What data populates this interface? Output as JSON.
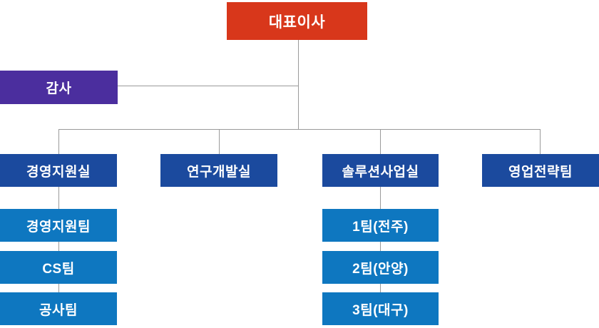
{
  "org": {
    "ceo": {
      "label": "대표이사"
    },
    "auditor": {
      "label": "감사"
    },
    "departments": [
      {
        "label": "경영지원실",
        "children": [
          "경영지원팀",
          "CS팀",
          "공사팀"
        ]
      },
      {
        "label": "연구개발실",
        "children": []
      },
      {
        "label": "솔루션사업실",
        "children": [
          "1팀(전주)",
          "2팀(안양)",
          "3팀(대구)"
        ]
      },
      {
        "label": "영업전략팀",
        "children": []
      }
    ]
  },
  "colors": {
    "ceo_box": "#d8371b",
    "auditor_box": "#4b2e9e",
    "department_box": "#1b4a9e",
    "team_box": "#0e77c0",
    "connector_line": "#9a9a9a",
    "text": "#ffffff",
    "background": "#ffffff"
  }
}
